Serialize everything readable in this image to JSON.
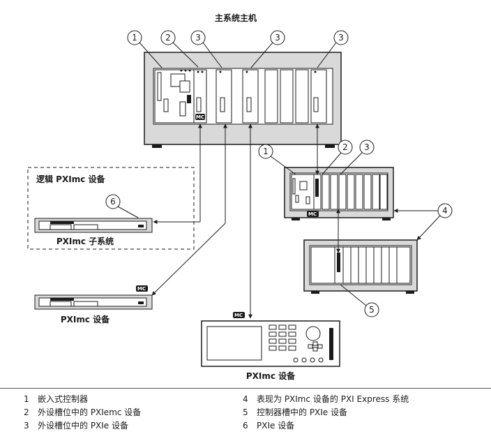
{
  "labels": {
    "host": "主系统主机",
    "logical_group": "逻辑 PXImc 设备",
    "subsystem": "PXImc 子系统",
    "pximc_device_left": "PXImc 设备",
    "pximc_device_bottom": "PXImc 设备",
    "mc_badge": "MC"
  },
  "callouts": [
    "1",
    "2",
    "3",
    "3",
    "3",
    "1",
    "2",
    "3",
    "4",
    "5",
    "6"
  ],
  "legend": [
    {
      "num": "1",
      "text": "嵌入式控制器"
    },
    {
      "num": "2",
      "text": "外设槽位中的 PXIemc 设备"
    },
    {
      "num": "3",
      "text": "外设槽位中的 PXIe 设备"
    },
    {
      "num": "4",
      "text": "表现为 PXImc 设备的 PXI Express 系统"
    },
    {
      "num": "5",
      "text": "控制器槽中的 PXIe 设备"
    },
    {
      "num": "6",
      "text": "PXIe 设备"
    }
  ],
  "colors": {
    "chassis": "#d9d9d9",
    "line": "#1a1a1a",
    "white": "#ffffff"
  }
}
